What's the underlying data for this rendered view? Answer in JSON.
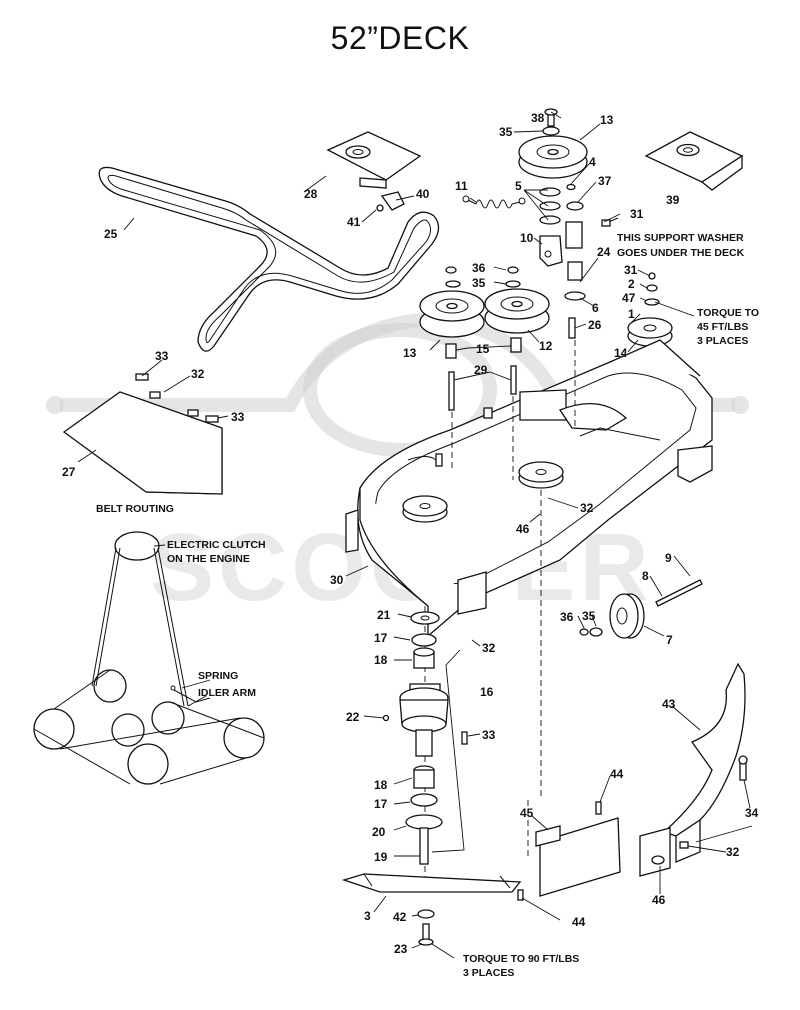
{
  "title": "52”DECK",
  "watermark": {
    "text": "SCOOTER",
    "color": "#cccccc"
  },
  "labels": {
    "p1": "1",
    "p2": "2",
    "p3": "3",
    "p4": "4",
    "p5": "5",
    "p6": "6",
    "p7": "7",
    "p8": "8",
    "p9": "9",
    "p10": "10",
    "p11": "11",
    "p12": "12",
    "p13a": "13",
    "p13b": "13",
    "p14": "14",
    "p15": "15",
    "p16": "16",
    "p17a": "17",
    "p17b": "17",
    "p18a": "18",
    "p18b": "18",
    "p19": "19",
    "p20": "20",
    "p21": "21",
    "p22": "22",
    "p23": "23",
    "p24": "24",
    "p25": "25",
    "p26": "26",
    "p27": "27",
    "p28": "28",
    "p29": "29",
    "p30": "30",
    "p31a": "31",
    "p31b": "31",
    "p32a": "32",
    "p32b": "32",
    "p32c": "32",
    "p32d": "32",
    "p33a": "33",
    "p33b": "33",
    "p33c": "33",
    "p34": "34",
    "p35a": "35",
    "p35b": "35",
    "p35c": "35",
    "p36a": "36",
    "p36b": "36",
    "p37": "37",
    "p38": "38",
    "p39": "39",
    "p40": "40",
    "p41": "41",
    "p42": "42",
    "p43": "43",
    "p44a": "44",
    "p44b": "44",
    "p45": "45",
    "p46a": "46",
    "p46b": "46",
    "p47": "47"
  },
  "notes": {
    "support_washer_1": "THIS SUPPORT WASHER",
    "support_washer_2": "GOES UNDER THE DECK",
    "torque45_1": "TORQUE TO",
    "torque45_2": "45 FT/LBS",
    "torque45_3": "3 PLACES",
    "belt_routing": "BELT ROUTING",
    "clutch_1": "ELECTRIC CLUTCH",
    "clutch_2": "ON THE ENGINE",
    "spring": "SPRING",
    "idler_arm": "IDLER ARM",
    "torque90_1": "TORQUE TO 90 FT/LBS",
    "torque90_2": "3 PLACES"
  }
}
